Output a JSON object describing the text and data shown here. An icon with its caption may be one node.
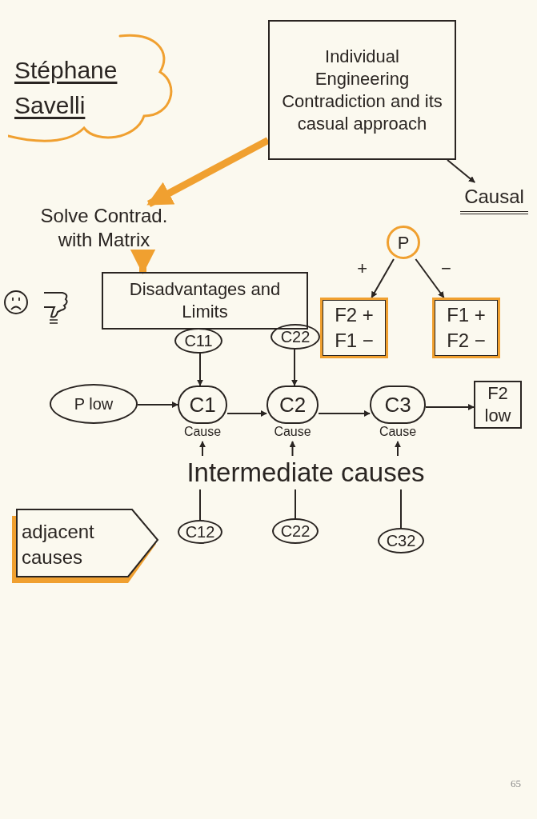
{
  "diagram": {
    "nodes": [
      {
        "text": [
          "Stéphane Savelli"
        ]
      },
      {
        "text": [
          "Individual Engineering Contradiction and its casual approach"
        ]
      },
      {
        "text": [
          "Causal"
        ]
      },
      {
        "text": [
          "Solve Contrad. with Matrix"
        ]
      },
      {
        "text": [
          "Disadvantages and Limits"
        ]
      },
      {
        "text": [
          "P"
        ]
      },
      {
        "text": [
          "F2 + F1 −"
        ]
      },
      {
        "text": [
          "F1 + F2 −"
        ]
      },
      {
        "text": [
          "C11"
        ]
      },
      {
        "text": [
          "C22"
        ]
      },
      {
        "text": [
          "P low"
        ]
      },
      {
        "text": [
          "C1"
        ],
        "beside": [
          "Cause"
        ]
      },
      {
        "text": [
          "C2"
        ],
        "beside": [
          "Cause"
        ]
      },
      {
        "text": [
          "C3"
        ],
        "beside": [
          "Cause"
        ]
      },
      {
        "text": [
          "F2 low"
        ]
      },
      {
        "text": [
          "Intermediate causes"
        ]
      },
      {
        "text": [
          "adjacent causes"
        ]
      },
      {
        "text": [
          "C12"
        ]
      },
      {
        "text": [
          "C22"
        ]
      },
      {
        "text": [
          "C32"
        ]
      }
    ],
    "edges": [
      {
        "from": 1,
        "to": 2,
        "arrow": "to"
      },
      {
        "from": 1,
        "to": 3,
        "arrow": "to",
        "style": "thick",
        "color": "#f0a030"
      },
      {
        "from": 3,
        "to": 4,
        "arrow": "to",
        "style": "thick",
        "color": "#f0a030"
      },
      {
        "from": 5,
        "to": 6,
        "arrow": "to",
        "label": "+"
      },
      {
        "from": 5,
        "to": 7,
        "arrow": "to",
        "label": "−"
      },
      {
        "from": 8,
        "to": 11,
        "arrow": "to"
      },
      {
        "from": 9,
        "to": 12,
        "arrow": "to"
      },
      {
        "from": 10,
        "to": 11,
        "arrow": "to"
      },
      {
        "from": 11,
        "to": 12,
        "arrow": "to"
      },
      {
        "from": 12,
        "to": 13,
        "arrow": "to"
      },
      {
        "from": 13,
        "to": 14,
        "arrow": "to"
      },
      {
        "from": 15,
        "to": 11,
        "arrow": "to"
      },
      {
        "from": 15,
        "to": 12,
        "arrow": "to"
      },
      {
        "from": 15,
        "to": 13,
        "arrow": "to"
      },
      {
        "from": 17,
        "to": 15,
        "arrow": "none"
      },
      {
        "from": 18,
        "to": 15,
        "arrow": "none"
      },
      {
        "from": 19,
        "to": 15,
        "arrow": "none"
      }
    ],
    "labels": [
      "65"
    ]
  }
}
